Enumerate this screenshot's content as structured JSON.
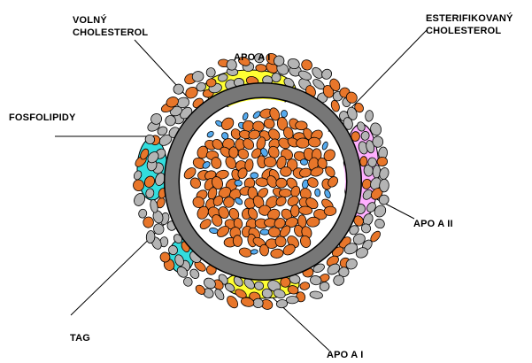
{
  "labels": {
    "volny_line1": "VOLNÝ",
    "volny_line2": "CHOLESTEROL",
    "esterifikovany_line1": "ESTERIFIKOVANÝ",
    "esterifikovany_line2": "CHOLESTEROL",
    "apo_a1_top": "APO A I",
    "fosfolipidy": "FOSFOLIPIDY",
    "apo_a2": "APO A II",
    "tag": "TAG",
    "apo_a1_bottom": "APO A I"
  },
  "colors": {
    "apo_a1": "#ffff33",
    "apo_a2": "#ffb0ff",
    "apo_cyan": "#33dddd",
    "ring": "#777777",
    "gray_particle": "#b4b4b4",
    "orange_particle": "#e8762a",
    "blue_particle": "#55aaee",
    "outline": "#000000"
  }
}
